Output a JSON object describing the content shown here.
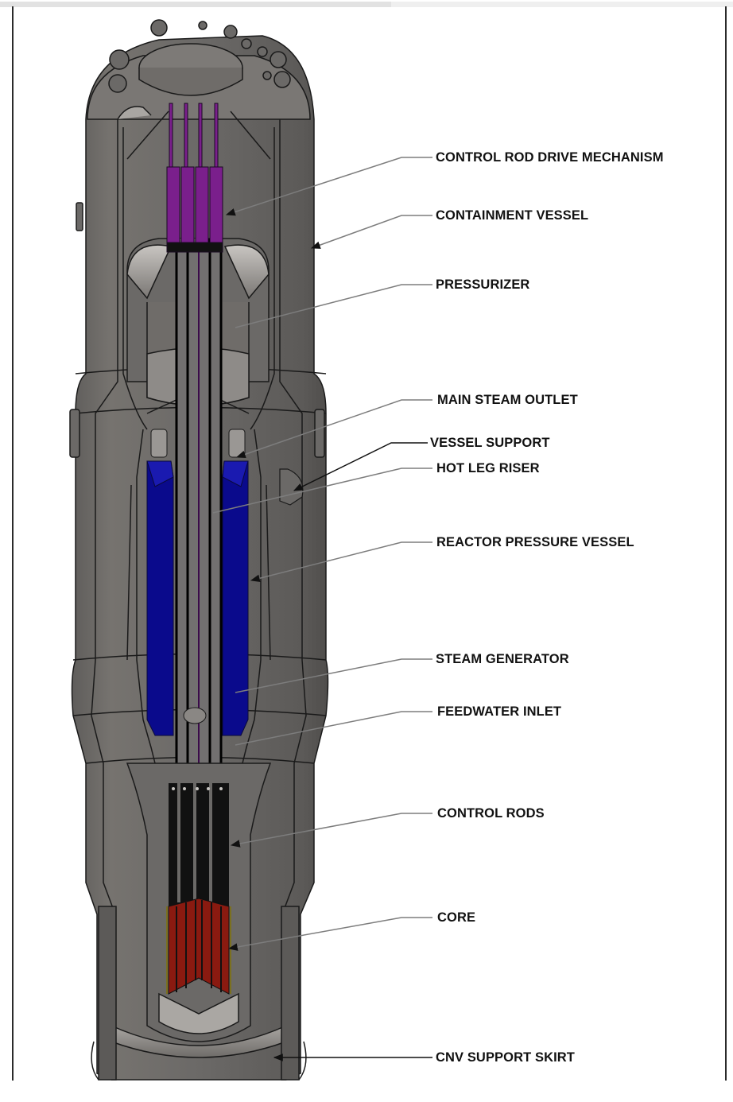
{
  "figure": {
    "subject": "Nuclear power module cross-section",
    "colors": {
      "steel": "#6b6967",
      "steel_light": "#8e8b88",
      "steel_highlight": "#b8b5b1",
      "outline": "#1a1a1a",
      "crdm_purple": "#7a1f8c",
      "steam_generator_blue": "#0a0a8c",
      "core_red": "#8a1a10",
      "reflector_yellow": "#7a7020",
      "leader_gray": "#7d7d7d",
      "leader_black": "#111111"
    }
  },
  "labels": [
    {
      "id": "crdm",
      "text": "CONTROL ROD DRIVE MECHANISM"
    },
    {
      "id": "containment",
      "text": "CONTAINMENT VESSEL"
    },
    {
      "id": "pressurizer",
      "text": "PRESSURIZER"
    },
    {
      "id": "main-steam",
      "text": "MAIN STEAM OUTLET"
    },
    {
      "id": "vessel-support",
      "text": "VESSEL SUPPORT"
    },
    {
      "id": "hot-leg",
      "text": "HOT LEG RISER"
    },
    {
      "id": "rpv",
      "text": "REACTOR PRESSURE VESSEL"
    },
    {
      "id": "steam-gen",
      "text": "STEAM GENERATOR"
    },
    {
      "id": "feedwater",
      "text": "FEEDWATER INLET"
    },
    {
      "id": "control-rods",
      "text": "CONTROL RODS"
    },
    {
      "id": "core",
      "text": "CORE"
    },
    {
      "id": "cnv-skirt",
      "text": "CNV SUPPORT SKIRT"
    }
  ]
}
